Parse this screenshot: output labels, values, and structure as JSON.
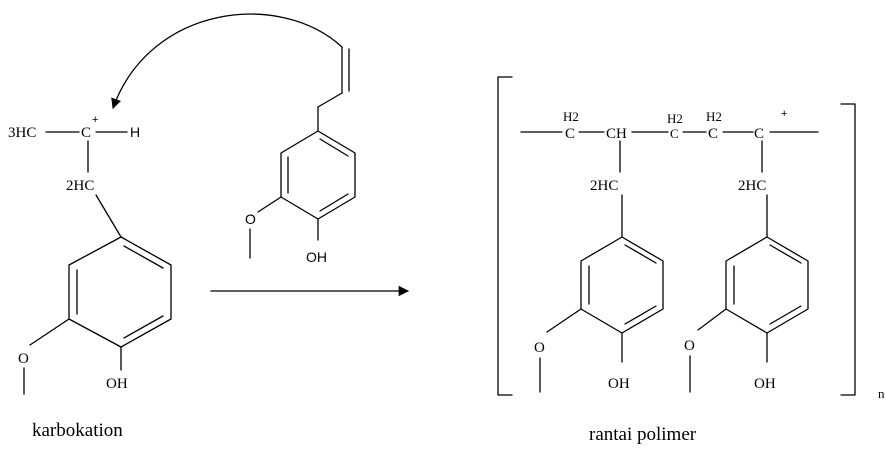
{
  "carbocation": {
    "methyl": "3HC",
    "center": "C",
    "charge": "+",
    "hydrogen": "H",
    "methylene": "2HC",
    "hydroxyl": "OH",
    "caption": "karbokation"
  },
  "monomer": {
    "hydroxyl": "OH"
  },
  "polymer": {
    "ch2_first": "H2",
    "c_first": "C",
    "ch": "CH",
    "ch2_mid": "H2",
    "c_mid": "C",
    "ch2_third": "H2",
    "c_third": "C",
    "c_last": "C",
    "charge": "+",
    "methylene_left": "2HC",
    "methylene_right": "2HC",
    "hydroxyl_left": "OH",
    "hydroxyl_right": "OH",
    "repeat_subscript": "n",
    "caption": "rantai polimer"
  }
}
